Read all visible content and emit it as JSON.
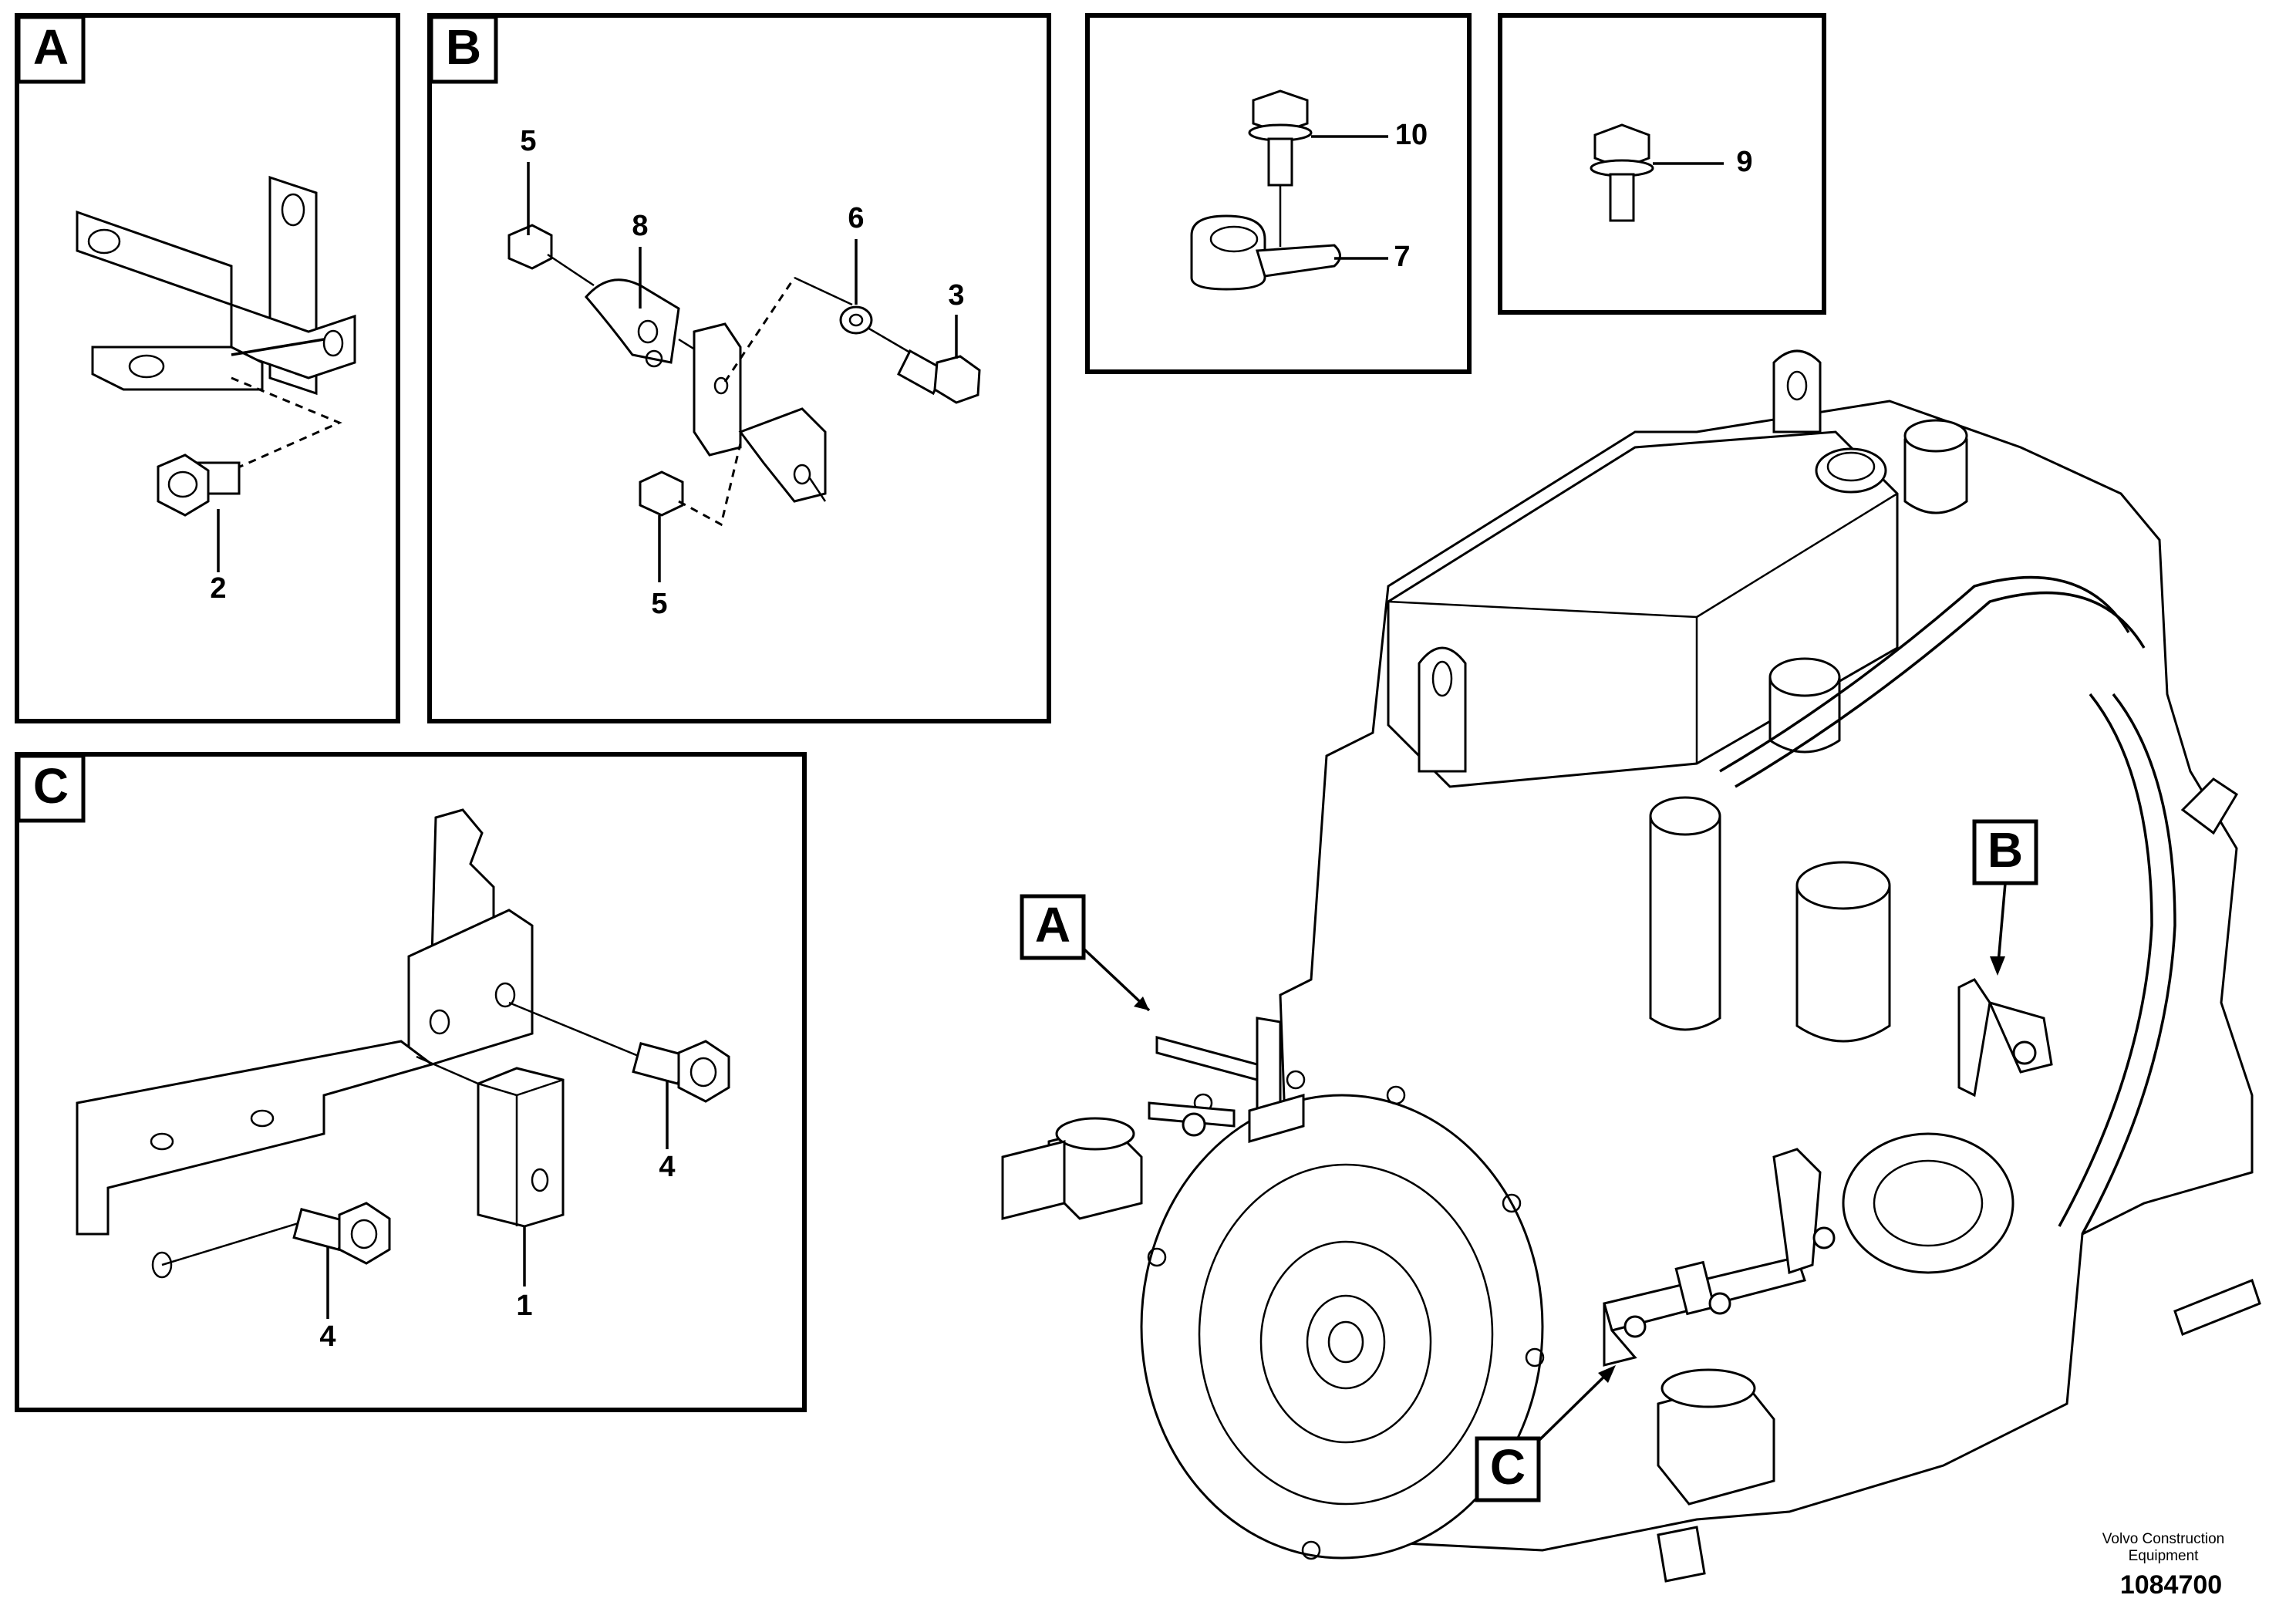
{
  "panels": {
    "A": {
      "letter": "A",
      "parts": [
        "2"
      ]
    },
    "B": {
      "letter": "B",
      "parts": [
        "5",
        "8",
        "6",
        "3",
        "5"
      ]
    },
    "top_middle": {
      "parts": [
        "10",
        "7"
      ]
    },
    "top_right": {
      "parts": [
        "9"
      ]
    },
    "C": {
      "letter": "C",
      "parts": [
        "1",
        "4",
        "4"
      ]
    }
  },
  "callouts": [
    "A",
    "B",
    "C"
  ],
  "footer": {
    "brand_line1": "Volvo Construction",
    "brand_line2": "Equipment",
    "doc_number": "1084700"
  },
  "colors": {
    "ink": "#000000",
    "paper": "#ffffff"
  }
}
